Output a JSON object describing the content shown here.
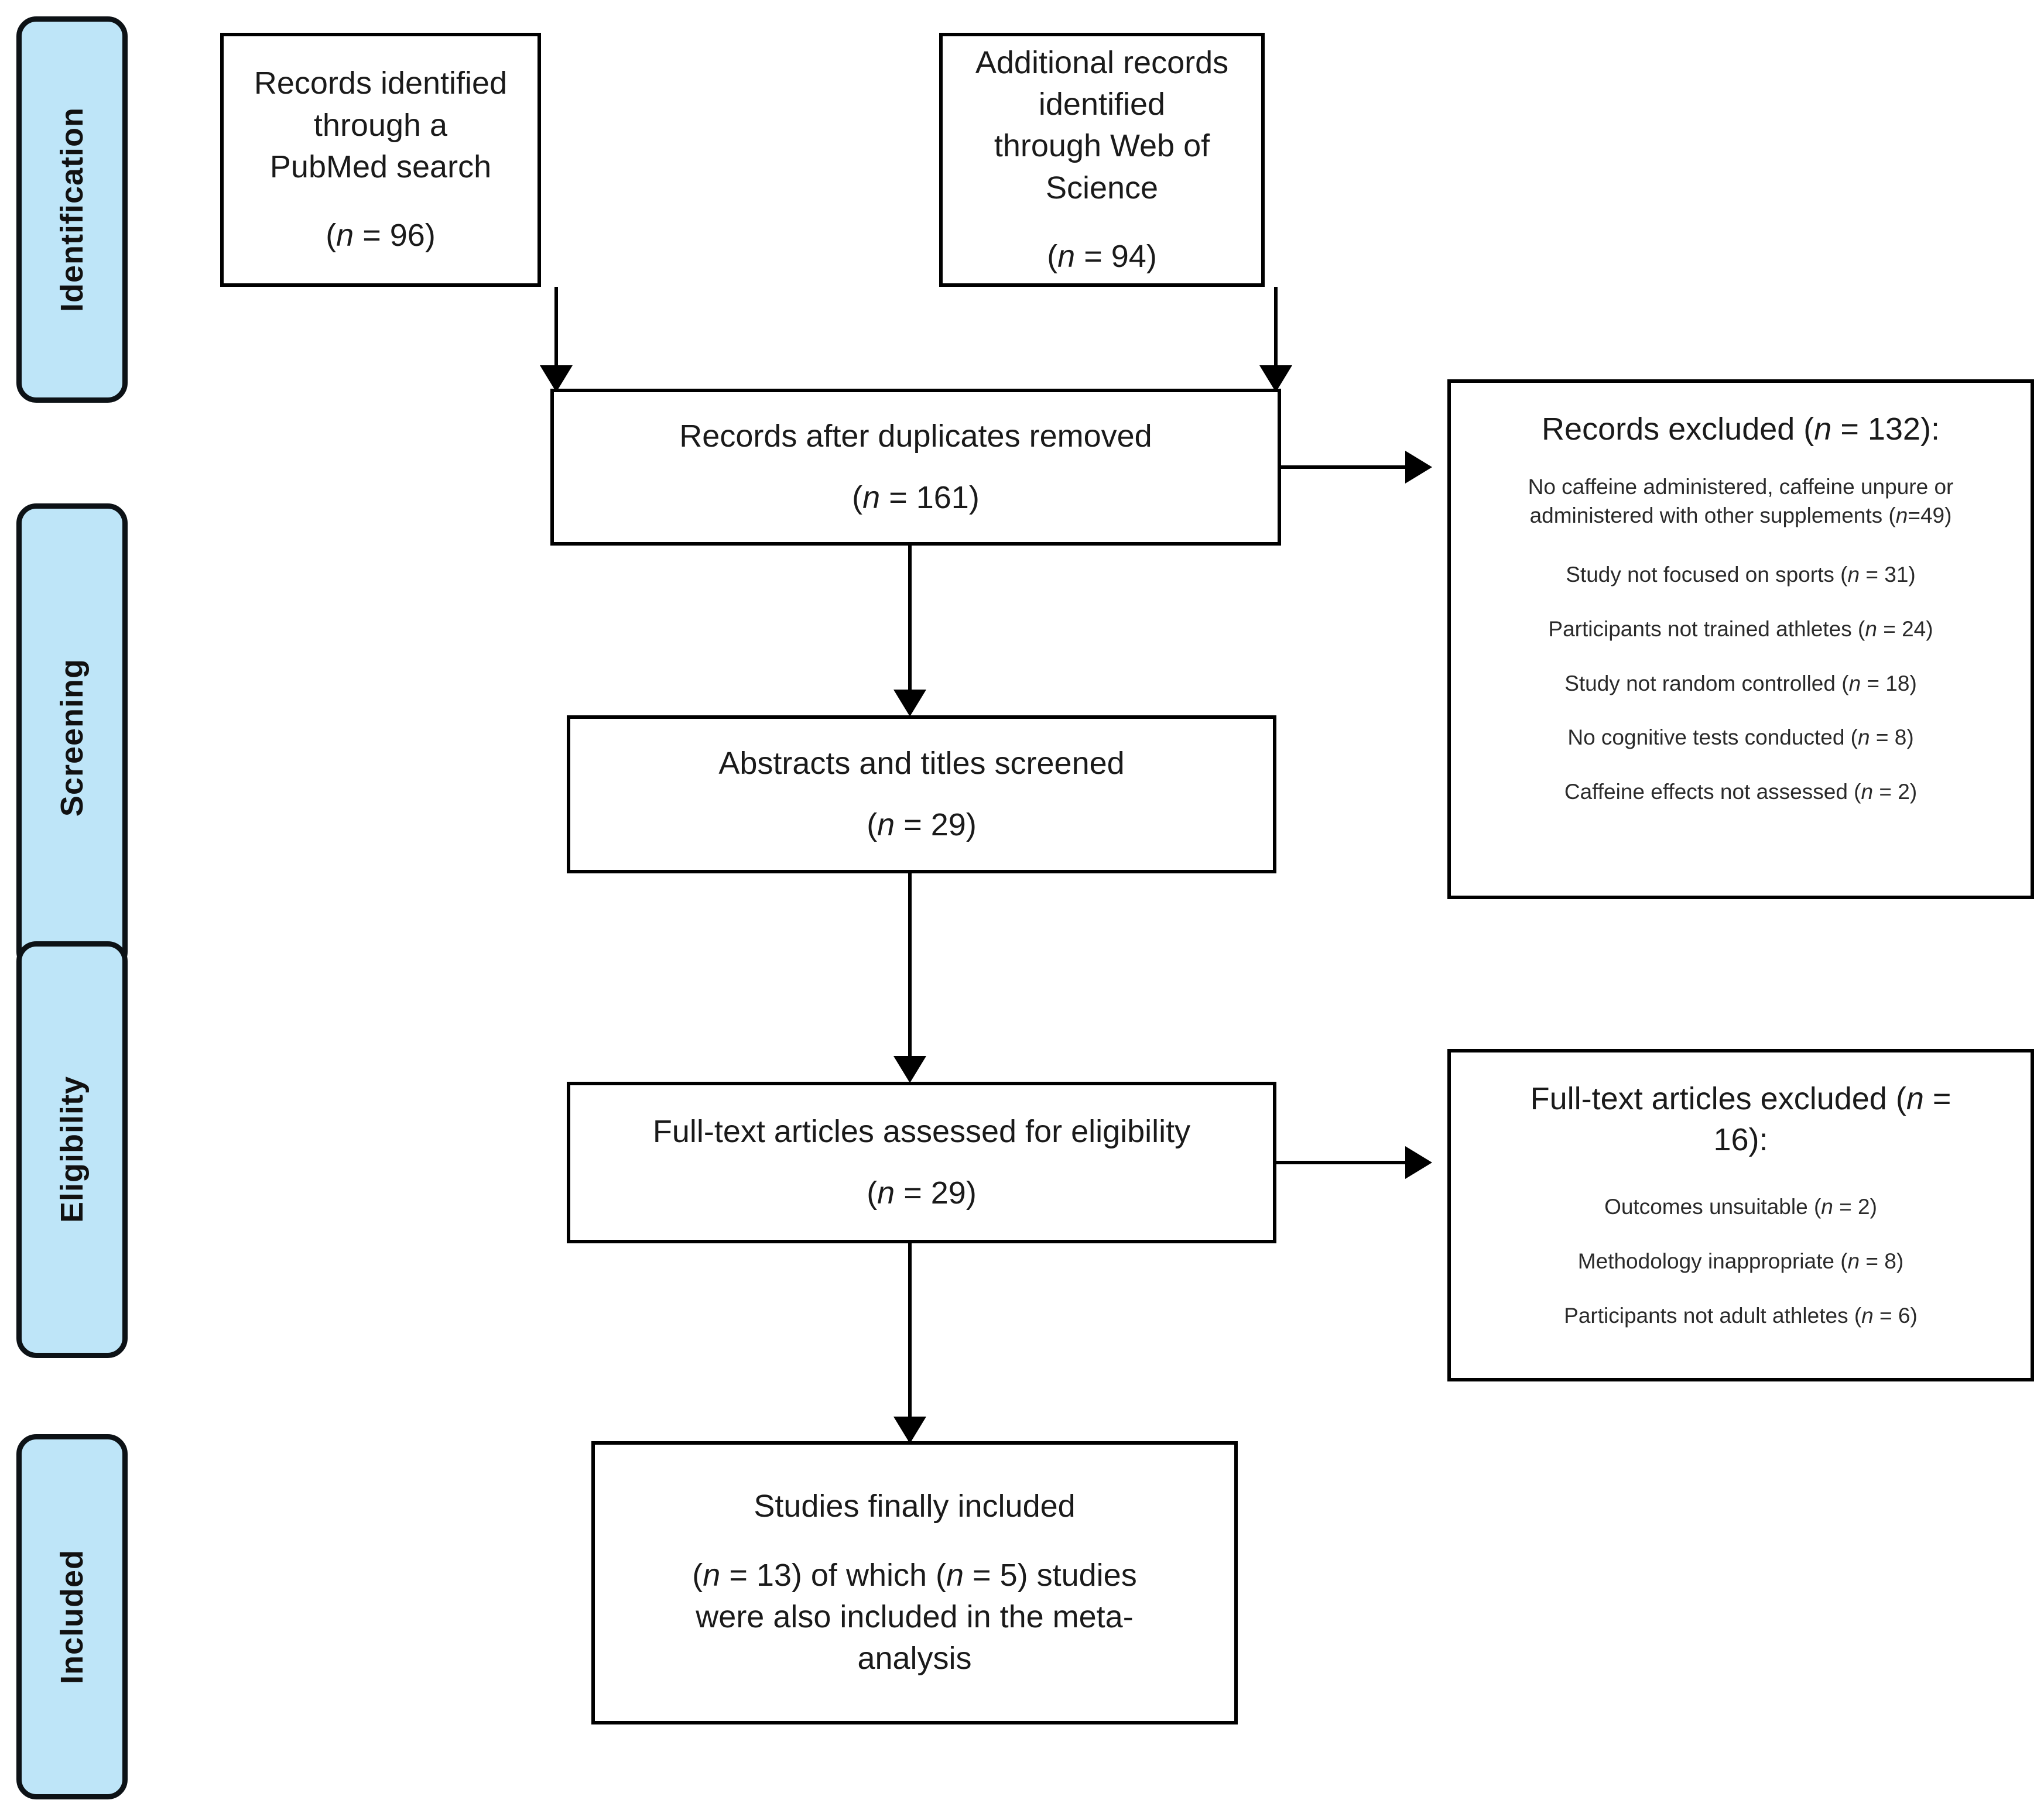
{
  "diagram": {
    "type": "PRISMA flow diagram",
    "stages": [
      {
        "label": "Identification"
      },
      {
        "label": "Screening"
      },
      {
        "label": "Eligibility"
      },
      {
        "label": "Included"
      }
    ],
    "boxes": {
      "pubmed": {
        "title": "Records identified through a",
        "title2": "PubMed search",
        "count": "(n = 96)"
      },
      "wos": {
        "title": "Additional records identified",
        "title2": "through Web of Science",
        "count": "(n = 94)"
      },
      "duplicates": {
        "title": "Records after duplicates removed",
        "count": "(n = 161)"
      },
      "screened": {
        "title": "Abstracts and titles screened",
        "count": "(n = 29)"
      },
      "fulltext": {
        "title": "Full-text articles assessed for eligibility",
        "count": "(n = 29)"
      },
      "included": {
        "title": "Studies finally included",
        "detail_line1": "(n = 13) of which (n = 5) studies",
        "detail_line2": "were also included in the meta-",
        "detail_line3": "analysis"
      },
      "records_excluded": {
        "heading": "Records excluded (n = 132):",
        "reasons": [
          "No caffeine administered, caffeine unpure or administered with other supplements (n=49)",
          "Study not focused on sports (n = 31)",
          "Participants not trained athletes (n = 24)",
          "Study not random controlled (n = 18)",
          "No cognitive tests conducted (n = 8)",
          "Caffeine effects not assessed (n = 2)"
        ]
      },
      "fulltext_excluded": {
        "heading_line1": "Full-text articles excluded (n =",
        "heading_line2": "16):",
        "reasons": [
          "Outcomes unsuitable (n = 2)",
          "Methodology inappropriate (n = 8)",
          "Participants not adult athletes (n = 6)"
        ]
      }
    },
    "colors": {
      "stage_fill": "#bee5f8",
      "stage_border": "#0d1216",
      "box_border": "#000000",
      "connector": "#000000",
      "background": "#ffffff"
    }
  }
}
